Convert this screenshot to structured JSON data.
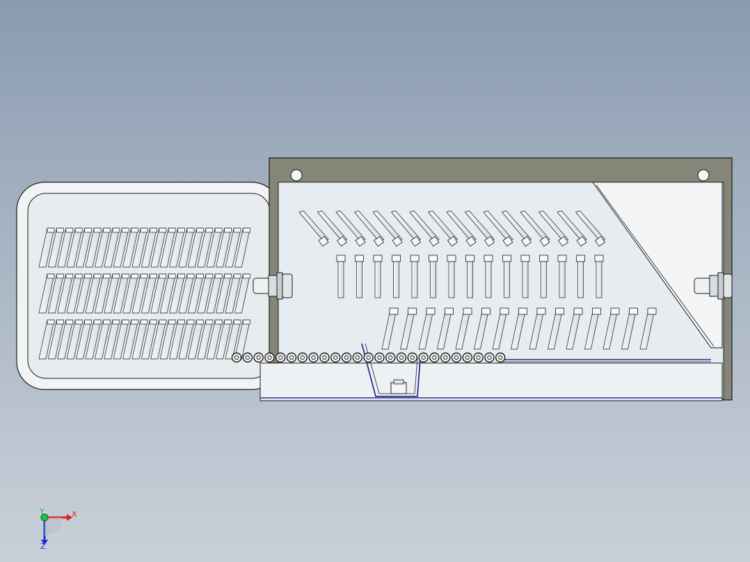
{
  "colors": {
    "background_top": "#8a9bb0",
    "background_bottom": "#c9d0d9",
    "housing_frame": "#858578",
    "panel_fill": "#e6ecef",
    "edge_line": "#1a1a1a",
    "accent_blue": "#2b2f9a",
    "axis_x": "#e02020",
    "axis_y": "#20c040",
    "axis_z": "#2030d0"
  },
  "icons": {
    "triad": "axis-triad-icon",
    "bolt": "bolt-icon",
    "mount_hole": "mount-hole-icon"
  },
  "triad": {
    "x_label": "X",
    "y_label": "Y",
    "z_label": "Z"
  }
}
